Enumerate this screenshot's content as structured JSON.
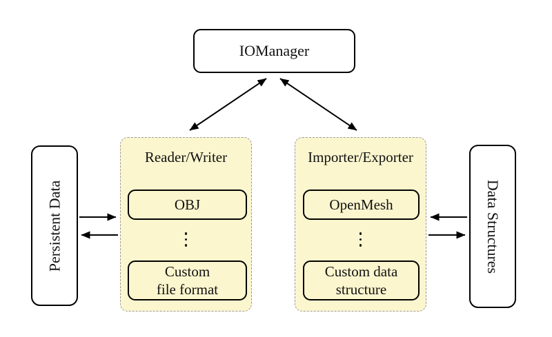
{
  "colors": {
    "background": "#ffffff",
    "group_fill": "#fbf6ce",
    "group_border": "#999999",
    "node_border": "#000000",
    "node_fill": "#ffffff",
    "arrow": "#000000"
  },
  "nodes": {
    "iomanager": "IOManager",
    "persistent_data": "Persistent Data",
    "data_structures": "Data Structures"
  },
  "groups": {
    "reader_writer": {
      "title": "Reader/Writer",
      "items": [
        "OBJ",
        "Custom\nfile format"
      ]
    },
    "importer_exporter": {
      "title": "Importer/Exporter",
      "items": [
        "OpenMesh",
        "Custom data\nstructure"
      ]
    }
  }
}
